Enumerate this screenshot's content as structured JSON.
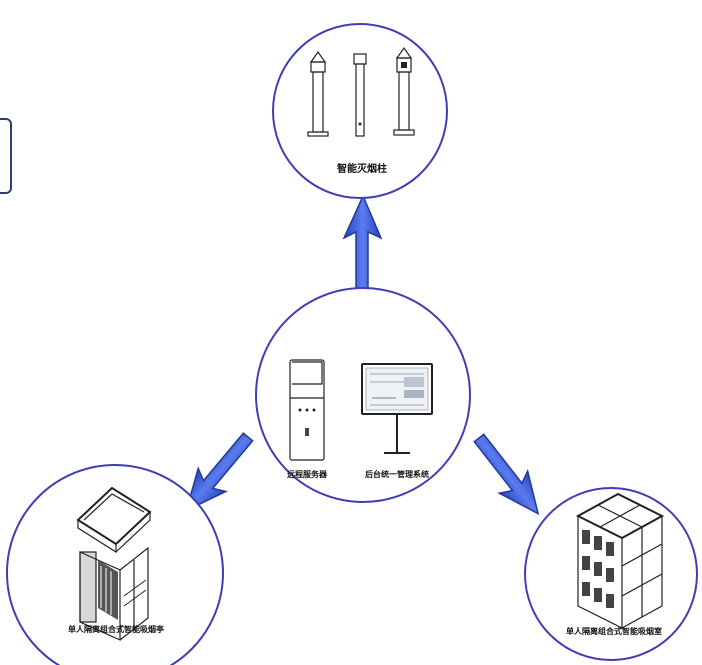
{
  "colors": {
    "circle_stroke": "#3f3fb5",
    "arrow_fill": "#3b5fd8",
    "arrow_dark": "#23389a"
  },
  "nodes": {
    "top_label": "智能灭烟柱",
    "center_left_label": "远程服务器",
    "center_right_label": "后台统一管理系统",
    "left_label": "单人隔离组合式智能吸烟亭",
    "right_label": "单人隔离组合式智能吸烟室"
  },
  "icons": [
    "smoke-extinguisher-pillar-icon",
    "server-cabinet-icon",
    "monitor-icon",
    "smoking-booth-icon",
    "smoking-room-icon",
    "arrow-icon"
  ]
}
